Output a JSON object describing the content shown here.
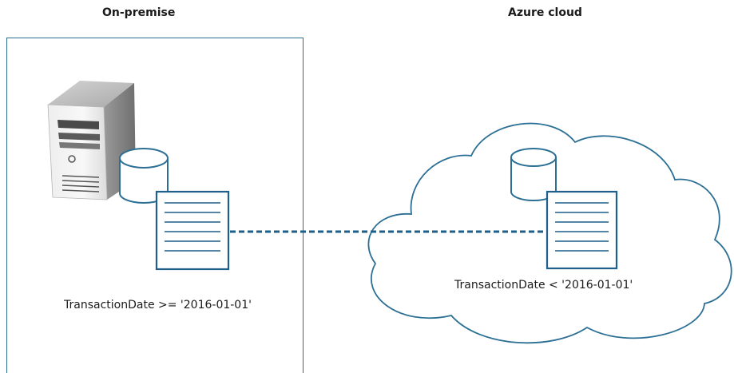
{
  "headings": {
    "on_premise": "On-premise",
    "azure": "Azure cloud"
  },
  "captions": {
    "on_premise": "TransactionDate >= '2016-01-01'",
    "azure": "TransactionDate < '2016-01-01'"
  },
  "icons": {
    "server": "server-tower-icon",
    "database": "database-icon",
    "document": "document-icon",
    "cloud": "cloud-icon"
  },
  "colors": {
    "stroke": "#2b6f95",
    "link": "#1f5f8a",
    "text": "#1a1a1a"
  }
}
